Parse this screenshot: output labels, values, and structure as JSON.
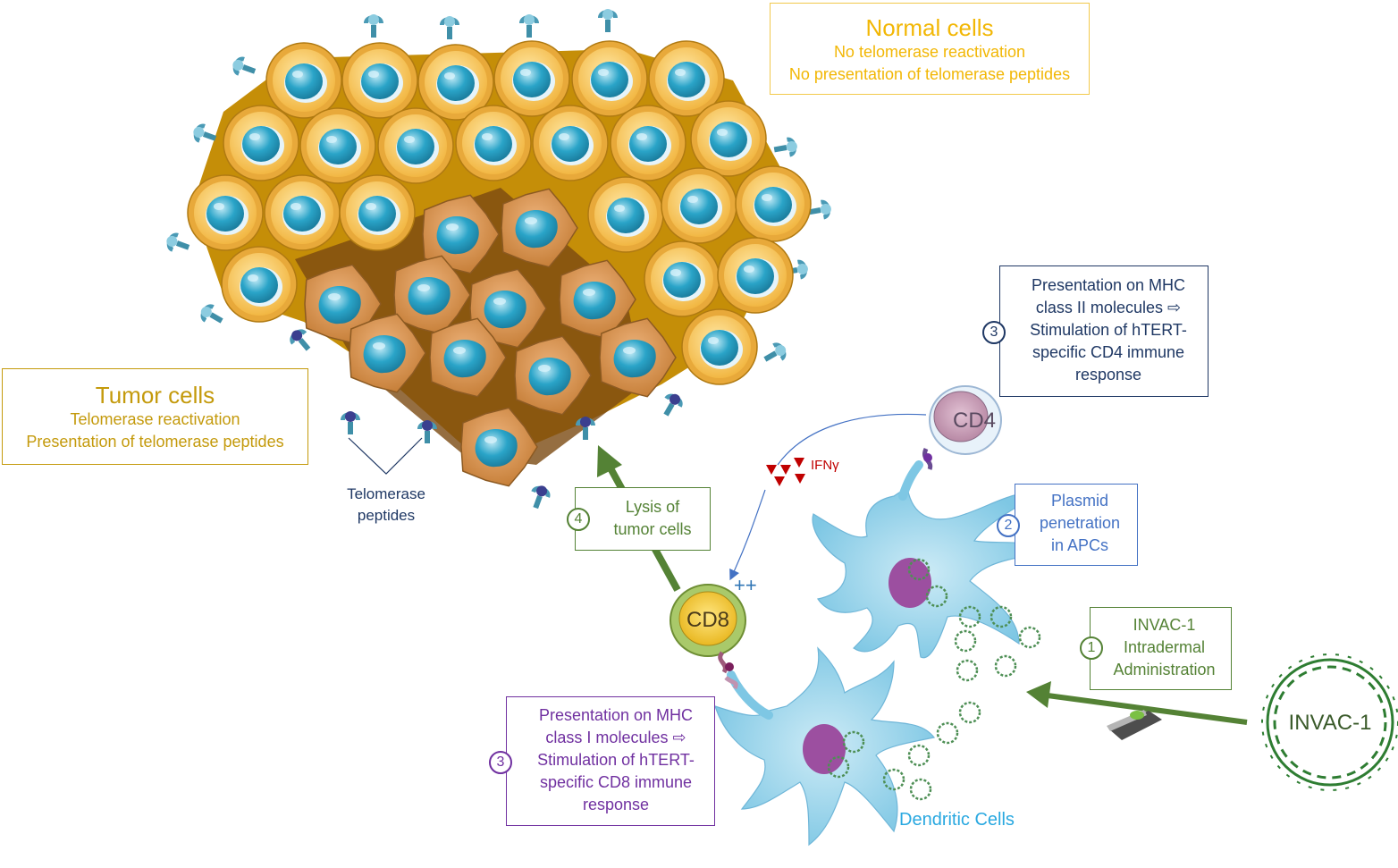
{
  "normal_cells": {
    "title": "Normal cells",
    "lines": [
      "No telomerase reactivation",
      "No presentation of telomerase peptides"
    ],
    "color": "#F2B705"
  },
  "tumor_cells": {
    "title": "Tumor cells",
    "lines": [
      "Telomerase reactivation",
      "Presentation of telomerase peptides"
    ],
    "color": "#C49A0C"
  },
  "telomerase_peptides": {
    "lines": [
      "Telomerase",
      "peptides"
    ],
    "color": "#1F3864"
  },
  "step1": {
    "number": "1",
    "lines": [
      "INVAC-1",
      "Intradermal",
      "Administration"
    ],
    "color": "#548235"
  },
  "step2": {
    "number": "2",
    "lines": [
      "Plasmid",
      "penetration",
      "in APCs"
    ],
    "color": "#4472C4"
  },
  "step3_cd4": {
    "number": "3",
    "lines": [
      "Presentation on MHC",
      "class II molecules ⇨",
      "Stimulation of hTERT-",
      "specific CD4 immune",
      "response"
    ],
    "color": "#1F3864"
  },
  "step3_cd8": {
    "number": "3",
    "lines": [
      "Presentation on MHC",
      "class I molecules ⇨",
      "Stimulation of hTERT-",
      "specific CD8 immune",
      "response"
    ],
    "color": "#7030A0"
  },
  "step4": {
    "number": "4",
    "lines": [
      "Lysis of",
      "tumor cells"
    ],
    "color": "#548235"
  },
  "cd4_label": "CD4",
  "cd8_label": "CD8",
  "ifn_label": "IFNγ",
  "plus_label": "++",
  "invac_label": "INVAC-1",
  "dendritic_label": "Dendritic Cells",
  "colors": {
    "normal_cell_fill": "#F7C65A",
    "normal_cell_inner": "#FCDD8E",
    "nucleus": "#2AA4C8",
    "tumor_cell_fill": "#D8954A",
    "tissue_bg": "#C58E08",
    "dendritic": "#8CCFE8",
    "dna": "#2E7D32",
    "arrow_green": "#548235",
    "ifn_red": "#C00000",
    "cd4_fill": "#C9A0B8",
    "cd8_fill": "#F5D442"
  }
}
